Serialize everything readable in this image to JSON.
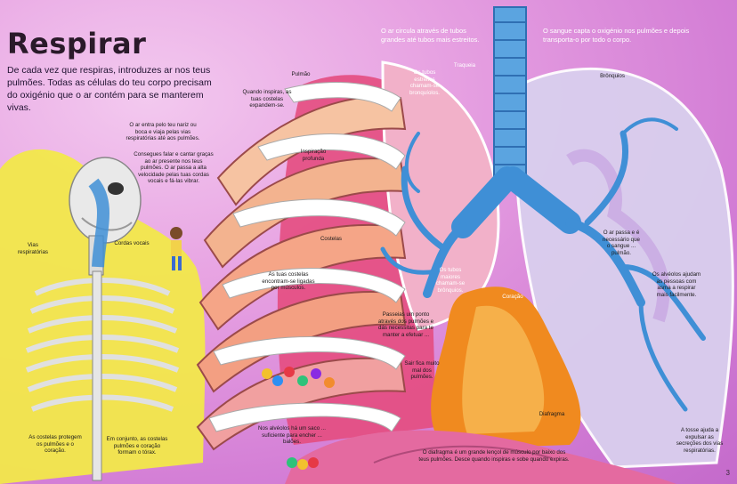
{
  "title": "Respirar",
  "intro": "De cada vez que respiras, introduzes ar nos teus pulmões. Todas as células do teu corpo precisam do oxigénio que o ar contém para se manterem vivas.",
  "notes": {
    "nose": "O ar entra pelo teu nariz ou boca e viaja pelas vias respiratórias até aos pulmões.",
    "voice": "Consegues falar e cantar graças ao ar presente nos teus pulmões. O ar passa a alta velocidade pelas tuas cordas vocais e fá-las vibrar.",
    "airways_left": "Vias respiratórias",
    "vocal_cords": "Cordas vocais",
    "ribs_protect": "As costelas protegem os pulmões e o coração.",
    "together": "Em conjunto, as costelas pulmões e coração formam o tórax.",
    "ribs_label": "Costelas",
    "muscles_between": "As tuas costelas encontram-se ligadas por músculos.",
    "when_breathe": "Quando inspiras, as tuas costelas expandem-se.",
    "deep_breath": "Inspiração profunda",
    "tubes_small": "Os tubos estreitos chamam-se bronquíolos.",
    "tubes_large": "Os tubos maiores chamam-se brônquios.",
    "mucus": "Passeias um ponto através dos pulmões e dás necessitas para te manter a efetuar ...",
    "bubbles": "Nos alvéolos há um saco ... suficiente para encher ... balões.",
    "air_out": "Sair fica muito mal dos pulmões.",
    "trachea": "Traqueia",
    "heart": "Coração",
    "diaphragm": "Diafragma",
    "diaphragm_note": "O diafragma é um grande lençol de músculo por baixo dos teus pulmões. Desce quando inspiras e sobe quando expiras.",
    "bronchi": "Brônquios",
    "oxygen_blood": "O ar passa e é necessário que o sangue ... pulmão.",
    "alveoli_help": "Os alvéolos ajudam as pessoas com asma a respirar mais facilmente.",
    "cough": "A tosse ajuda a expulsar as secreções dos vias respiratórias.",
    "top_tubes": "O ar circula através de tubos grandes até tubos mais estreitos.",
    "top_blood": "O sangue capta o oxigénio nos pulmões e depois transporta-o por todo o corpo.",
    "lung_label": "Pulmão",
    "page_number": "3"
  },
  "colors": {
    "background": "#e39be0",
    "skeleton_yellow": "#f2e84a",
    "lung_pink": "#f08aa8",
    "heart_orange": "#f08a1f",
    "airway_blue": "#3f8fd6",
    "right_lung": "#dad3ee"
  }
}
